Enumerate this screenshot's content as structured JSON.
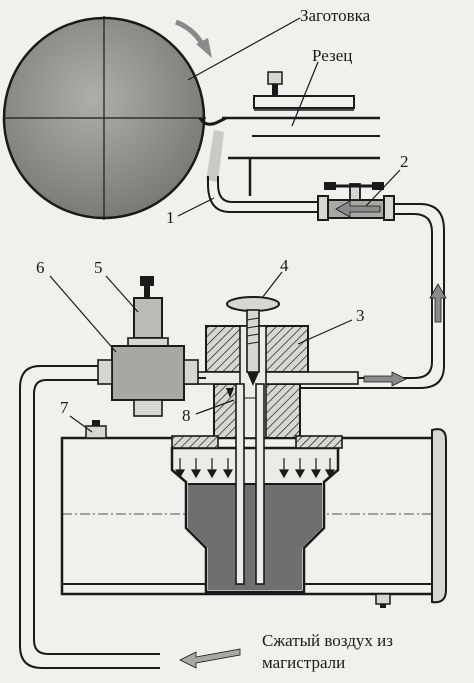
{
  "labels": {
    "workpiece": "Заготовка",
    "cutter": "Резец",
    "compressed_air_line1": "Сжатый воздух из",
    "compressed_air_line2": "магистрали"
  },
  "callouts": {
    "n1": "1",
    "n2": "2",
    "n3": "3",
    "n4": "4",
    "n5": "5",
    "n6": "6",
    "n7": "7",
    "n8": "8"
  },
  "colors": {
    "ink": "#1a1a1a",
    "paper": "#f2f0ec",
    "shade": "#8a8a8a",
    "liquid": "#6f6f6f"
  }
}
